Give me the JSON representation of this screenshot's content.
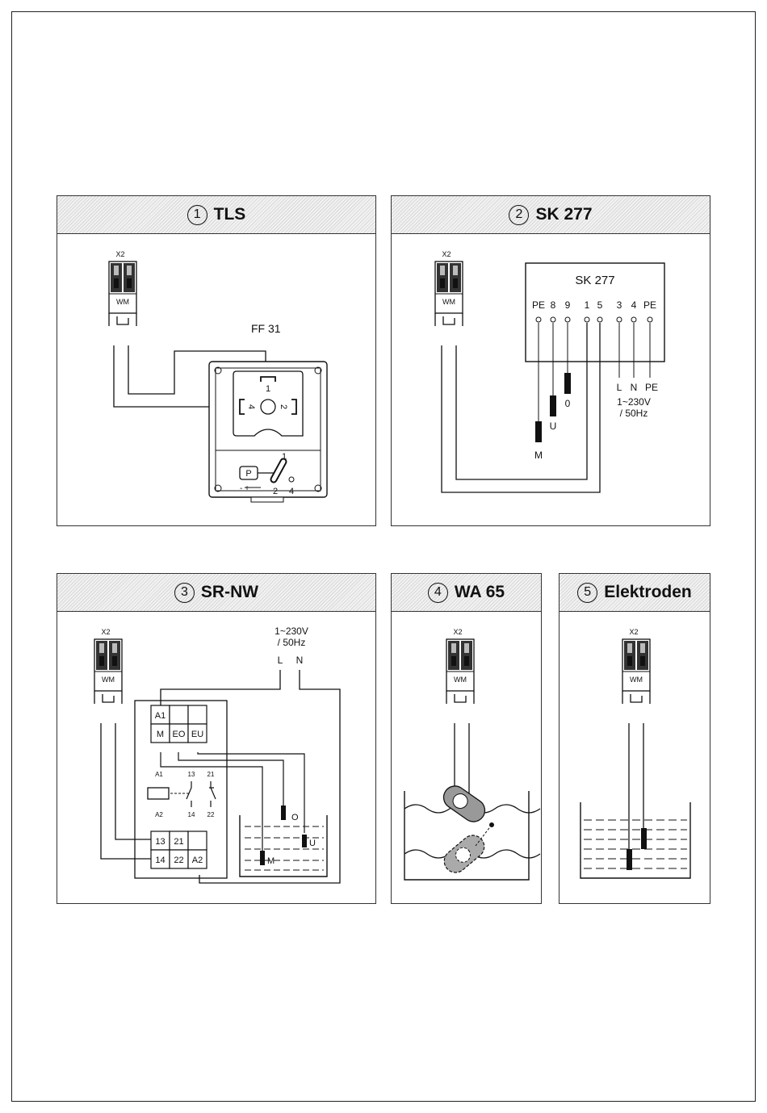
{
  "panels": {
    "tls": {
      "num": "1",
      "title": "TLS",
      "connector": "X2",
      "connector_label": "WM",
      "device": "FF 31",
      "pins": {
        "p1": "1",
        "p2": "2",
        "p4": "4"
      },
      "switch": {
        "p1": "1",
        "p2": "2",
        "p4": "4",
        "p_label": "P",
        "minus_plus": "- +"
      }
    },
    "sk277": {
      "num": "2",
      "title": "SK 277",
      "connector": "X2",
      "connector_label": "WM",
      "device": "SK 277",
      "terminals": [
        "PE",
        "8",
        "9",
        "1",
        "5",
        "3",
        "4",
        "PE"
      ],
      "probes": {
        "m": "M",
        "u": "U",
        "zero": "0"
      },
      "supply": {
        "l": "L",
        "n": "N",
        "pe": "PE",
        "line1": "1~230V",
        "line2": "/ 50Hz"
      }
    },
    "srnw": {
      "num": "3",
      "title": "SR-NW",
      "connector": "X2",
      "connector_label": "WM",
      "supply": {
        "line1": "1~230V",
        "line2": "/ 50Hz",
        "l": "L",
        "n": "N"
      },
      "relay_top": [
        "A1",
        "",
        "",
        "M",
        "EO",
        "EU"
      ],
      "contacts": {
        "a1": "A1",
        "a2": "A2",
        "c13": "13",
        "c14": "14",
        "c21": "21",
        "c22": "22"
      },
      "relay_bottom": [
        "13",
        "21",
        "",
        "14",
        "22",
        "A2"
      ],
      "probes": {
        "o": "O",
        "u": "U",
        "m": "M"
      }
    },
    "wa65": {
      "num": "4",
      "title": "WA 65",
      "connector": "X2",
      "connector_label": "WM"
    },
    "elektroden": {
      "num": "5",
      "title": "Elektroden",
      "connector": "X2",
      "connector_label": "WM"
    }
  }
}
